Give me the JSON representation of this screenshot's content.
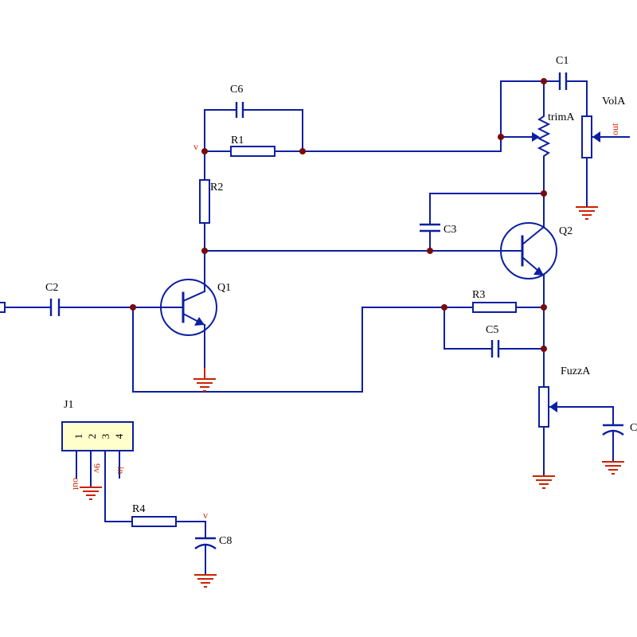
{
  "labels": {
    "c6": "C6",
    "r1": "R1",
    "r2": "R2",
    "c2": "C2",
    "q1": "Q1",
    "c3": "C3",
    "q2": "Q2",
    "r3": "R3",
    "c5": "C5",
    "c1": "C1",
    "trim": "trimA",
    "vol": "VolA",
    "fuzz": "FuzzA",
    "cright": "C",
    "j1": "J1",
    "r4": "R4",
    "c8": "C8"
  },
  "nets": {
    "v_top": "v",
    "v_bottom": "v",
    "out_vol": "out",
    "j1_out": "out",
    "j1_9v": "9v",
    "j1_in": "in"
  },
  "j1_pins": [
    "1",
    "2",
    "3",
    "4"
  ],
  "colors": {
    "wire": "#0b1fa0",
    "junction": "#7a0a0a",
    "ground": "#cc2200",
    "net_label": "#cc2200",
    "connector_fill": "#ffffcc"
  }
}
